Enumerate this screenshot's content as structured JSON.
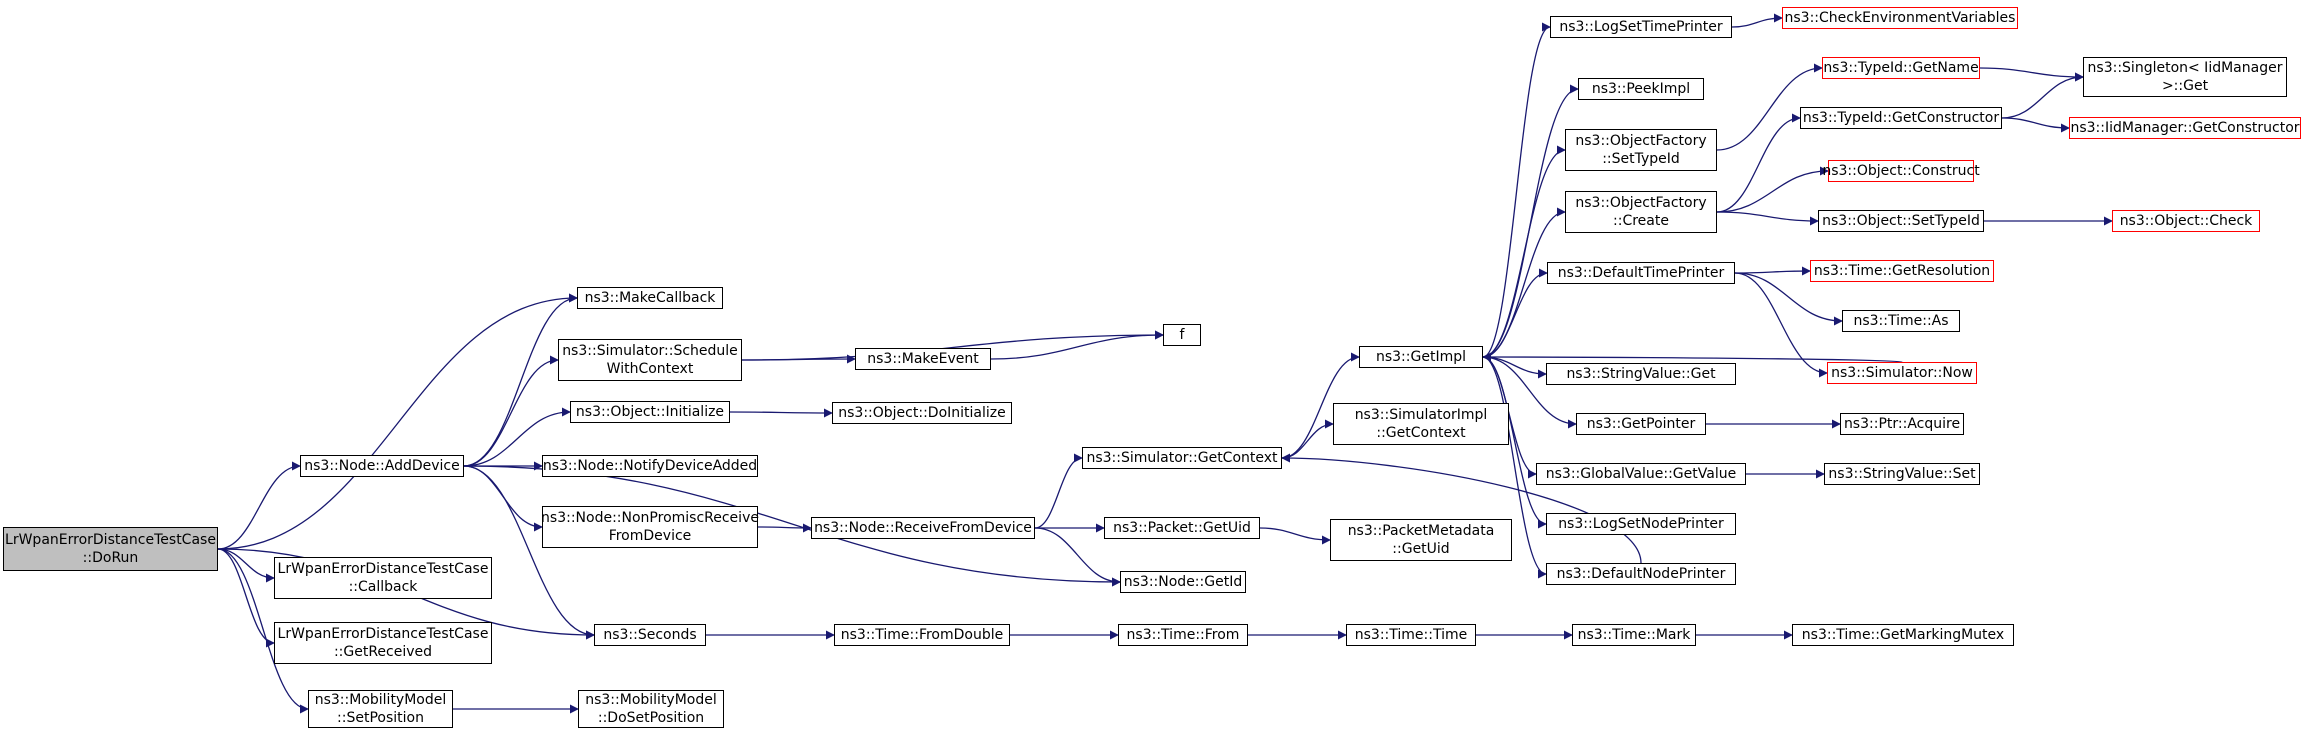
{
  "graph": {
    "colors": {
      "edge": "#191970",
      "node_border": "#000000",
      "external_border": "#ff0000",
      "root_fill": "#bfbfbf"
    },
    "nodes": {
      "root": {
        "label": "LrWpanErrorDistanceTestCase\n::DoRun",
        "kind": "root"
      },
      "addDevice": {
        "label": "ns3::Node::AddDevice"
      },
      "callback": {
        "label": "LrWpanErrorDistanceTestCase\n::Callback"
      },
      "getReceived": {
        "label": "LrWpanErrorDistanceTestCase\n::GetReceived"
      },
      "setPosition": {
        "label": "ns3::MobilityModel\n::SetPosition"
      },
      "makeCallback": {
        "label": "ns3::MakeCallback"
      },
      "scheduleWithContext": {
        "label": "ns3::Simulator::Schedule\nWithContext"
      },
      "objInitialize": {
        "label": "ns3::Object::Initialize"
      },
      "notifyDeviceAdded": {
        "label": "ns3::Node::NotifyDeviceAdded"
      },
      "nonPromisc": {
        "label": "ns3::Node::NonPromiscReceive\nFromDevice"
      },
      "seconds": {
        "label": "ns3::Seconds"
      },
      "doSetPosition": {
        "label": "ns3::MobilityModel\n::DoSetPosition"
      },
      "f": {
        "label": "f"
      },
      "makeEvent": {
        "label": "ns3::MakeEvent"
      },
      "doInitialize": {
        "label": "ns3::Object::DoInitialize"
      },
      "receiveFromDevice": {
        "label": "ns3::Node::ReceiveFromDevice"
      },
      "fromDouble": {
        "label": "ns3::Time::FromDouble"
      },
      "getContext": {
        "label": "ns3::Simulator::GetContext"
      },
      "packetGetUid": {
        "label": "ns3::Packet::GetUid"
      },
      "nodeGetId": {
        "label": "ns3::Node::GetId"
      },
      "timeFrom": {
        "label": "ns3::Time::From"
      },
      "getImpl": {
        "label": "ns3::GetImpl"
      },
      "simImplGetContext": {
        "label": "ns3::SimulatorImpl\n::GetContext"
      },
      "pktMetaGetUid": {
        "label": "ns3::PacketMetadata\n::GetUid"
      },
      "timeTime": {
        "label": "ns3::Time::Time"
      },
      "logSetTimePrinter": {
        "label": "ns3::LogSetTimePrinter"
      },
      "peekImpl": {
        "label": "ns3::PeekImpl"
      },
      "ofSetTypeId": {
        "label": "ns3::ObjectFactory\n::SetTypeId"
      },
      "ofCreate": {
        "label": "ns3::ObjectFactory\n::Create"
      },
      "defaultTimePrinter": {
        "label": "ns3::DefaultTimePrinter"
      },
      "stringValueGet": {
        "label": "ns3::StringValue::Get"
      },
      "getPointer": {
        "label": "ns3::GetPointer"
      },
      "globalValueGetValue": {
        "label": "ns3::GlobalValue::GetValue"
      },
      "logSetNodePrinter": {
        "label": "ns3::LogSetNodePrinter"
      },
      "defaultNodePrinter": {
        "label": "ns3::DefaultNodePrinter"
      },
      "timeMark": {
        "label": "ns3::Time::Mark"
      },
      "checkEnv": {
        "label": "ns3::CheckEnvironmentVariables",
        "kind": "ext"
      },
      "typeIdGetName": {
        "label": "ns3::TypeId::GetName",
        "kind": "ext"
      },
      "typeIdGetConstructor": {
        "label": "ns3::TypeId::GetConstructor"
      },
      "objectConstruct": {
        "label": "ns3::Object::Construct",
        "kind": "ext"
      },
      "objectSetTypeId": {
        "label": "ns3::Object::SetTypeId"
      },
      "timeGetResolution": {
        "label": "ns3::Time::GetResolution",
        "kind": "ext"
      },
      "timeAs": {
        "label": "ns3::Time::As"
      },
      "simulatorNow": {
        "label": "ns3::Simulator::Now",
        "kind": "ext"
      },
      "ptrAcquire": {
        "label": "ns3::Ptr::Acquire"
      },
      "stringValueSet": {
        "label": "ns3::StringValue::Set"
      },
      "getMarkingMutex": {
        "label": "ns3::Time::GetMarkingMutex"
      },
      "singletonGet": {
        "label": "ns3::Singleton< IidManager\n >::Get"
      },
      "iidGetConstructor": {
        "label": "ns3::IidManager::GetConstructor",
        "kind": "ext"
      },
      "objectCheck": {
        "label": "ns3::Object::Check",
        "kind": "ext"
      }
    },
    "edges": [
      [
        "root",
        "makeCallback"
      ],
      [
        "root",
        "addDevice"
      ],
      [
        "root",
        "seconds"
      ],
      [
        "root",
        "callback"
      ],
      [
        "root",
        "getReceived"
      ],
      [
        "root",
        "setPosition"
      ],
      [
        "addDevice",
        "makeCallback"
      ],
      [
        "addDevice",
        "scheduleWithContext"
      ],
      [
        "addDevice",
        "objInitialize"
      ],
      [
        "addDevice",
        "notifyDeviceAdded"
      ],
      [
        "addDevice",
        "nonPromisc"
      ],
      [
        "addDevice",
        "seconds"
      ],
      [
        "addDevice",
        "nodeGetId"
      ],
      [
        "scheduleWithContext",
        "f"
      ],
      [
        "scheduleWithContext",
        "makeEvent"
      ],
      [
        "makeEvent",
        "f"
      ],
      [
        "objInitialize",
        "doInitialize"
      ],
      [
        "nonPromisc",
        "receiveFromDevice"
      ],
      [
        "receiveFromDevice",
        "getContext"
      ],
      [
        "receiveFromDevice",
        "packetGetUid"
      ],
      [
        "receiveFromDevice",
        "nodeGetId"
      ],
      [
        "setPosition",
        "doSetPosition"
      ],
      [
        "seconds",
        "fromDouble"
      ],
      [
        "fromDouble",
        "timeFrom"
      ],
      [
        "timeFrom",
        "timeTime"
      ],
      [
        "timeTime",
        "timeMark"
      ],
      [
        "timeMark",
        "getMarkingMutex"
      ],
      [
        "getContext",
        "getImpl"
      ],
      [
        "getContext",
        "simImplGetContext"
      ],
      [
        "packetGetUid",
        "pktMetaGetUid"
      ],
      [
        "getImpl",
        "logSetTimePrinter"
      ],
      [
        "getImpl",
        "peekImpl"
      ],
      [
        "getImpl",
        "ofSetTypeId"
      ],
      [
        "getImpl",
        "ofCreate"
      ],
      [
        "getImpl",
        "defaultTimePrinter"
      ],
      [
        "getImpl",
        "stringValueGet"
      ],
      [
        "getImpl",
        "getPointer"
      ],
      [
        "getImpl",
        "globalValueGetValue"
      ],
      [
        "getImpl",
        "logSetNodePrinter"
      ],
      [
        "getImpl",
        "defaultNodePrinter"
      ],
      [
        "logSetTimePrinter",
        "checkEnv"
      ],
      [
        "ofSetTypeId",
        "typeIdGetName"
      ],
      [
        "ofCreate",
        "typeIdGetConstructor"
      ],
      [
        "ofCreate",
        "objectConstruct"
      ],
      [
        "ofCreate",
        "objectSetTypeId"
      ],
      [
        "typeIdGetName",
        "singletonGet"
      ],
      [
        "typeIdGetConstructor",
        "singletonGet"
      ],
      [
        "typeIdGetConstructor",
        "iidGetConstructor"
      ],
      [
        "objectSetTypeId",
        "objectCheck"
      ],
      [
        "defaultTimePrinter",
        "timeGetResolution"
      ],
      [
        "defaultTimePrinter",
        "timeAs"
      ],
      [
        "defaultTimePrinter",
        "simulatorNow"
      ],
      [
        "simulatorNow",
        "getImpl"
      ],
      [
        "getPointer",
        "ptrAcquire"
      ],
      [
        "globalValueGetValue",
        "stringValueSet"
      ],
      [
        "defaultNodePrinter",
        "getContext"
      ]
    ]
  }
}
